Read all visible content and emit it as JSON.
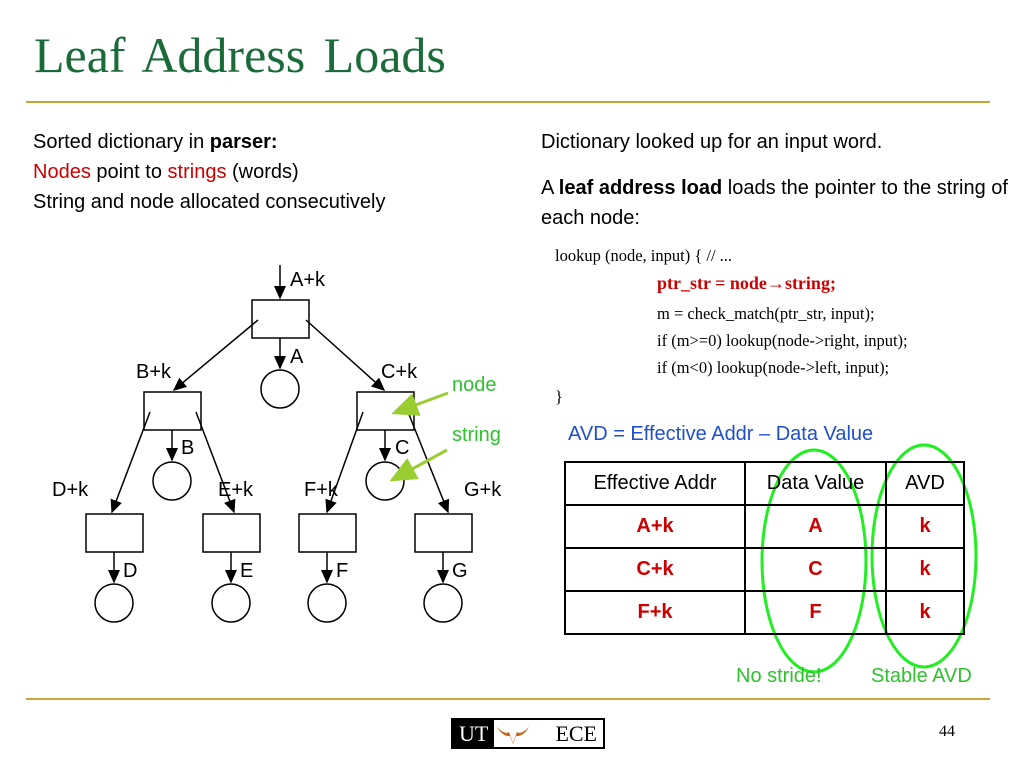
{
  "title": "Leaf Address Loads",
  "left": {
    "line1_pre": "Sorted dictionary in ",
    "line1_bold": "parser:",
    "line2_nodes": "Nodes",
    "line2_mid": " point to ",
    "line2_strings": "strings",
    "line2_post": " (words)",
    "line3": "String and node allocated consecutively"
  },
  "right": {
    "p1": "Dictionary looked up for an input word.",
    "p2_pre": "A ",
    "p2_bold": "leaf address load",
    "p2_post": " loads the pointer to the string of each node:"
  },
  "code": {
    "line1": "lookup (node, input) {     // ...",
    "line2_pre": "ptr_str = node",
    "line2_arrow": "→",
    "line2_post": "string;",
    "line3": "m = check_match(ptr_str, input);",
    "line4": "if (m>=0) lookup(node->right, input);",
    "line5": "if (m<0) lookup(node->left, input);",
    "line6": "}"
  },
  "tree": {
    "root_addr": "A+k",
    "root_str": "A",
    "b_addr": "B+k",
    "b_str": "B",
    "c_addr": "C+k",
    "c_str": "C",
    "d_addr": "D+k",
    "d_str": "D",
    "e_addr": "E+k",
    "e_str": "E",
    "f_addr": "F+k",
    "f_str": "F",
    "g_addr": "G+k",
    "g_str": "G",
    "callout_node": "node",
    "callout_string": "string"
  },
  "avd": {
    "title": "AVD = Effective Addr – Data Value",
    "headers": [
      "Effective Addr",
      "Data Value",
      "AVD"
    ],
    "rows": [
      [
        "A+k",
        "A",
        "k"
      ],
      [
        "C+k",
        "C",
        "k"
      ],
      [
        "F+k",
        "F",
        "k"
      ]
    ],
    "note_left": "No stride!",
    "note_right": "Stable AVD"
  },
  "footer": {
    "logo_left": "UT",
    "logo_right": "ECE",
    "page_number": "44"
  },
  "colors": {
    "title": "#1a6b3a",
    "rule": "#c8a43a",
    "red": "#cc0000",
    "blue": "#1f4fcf",
    "green": "#2ec22e"
  }
}
